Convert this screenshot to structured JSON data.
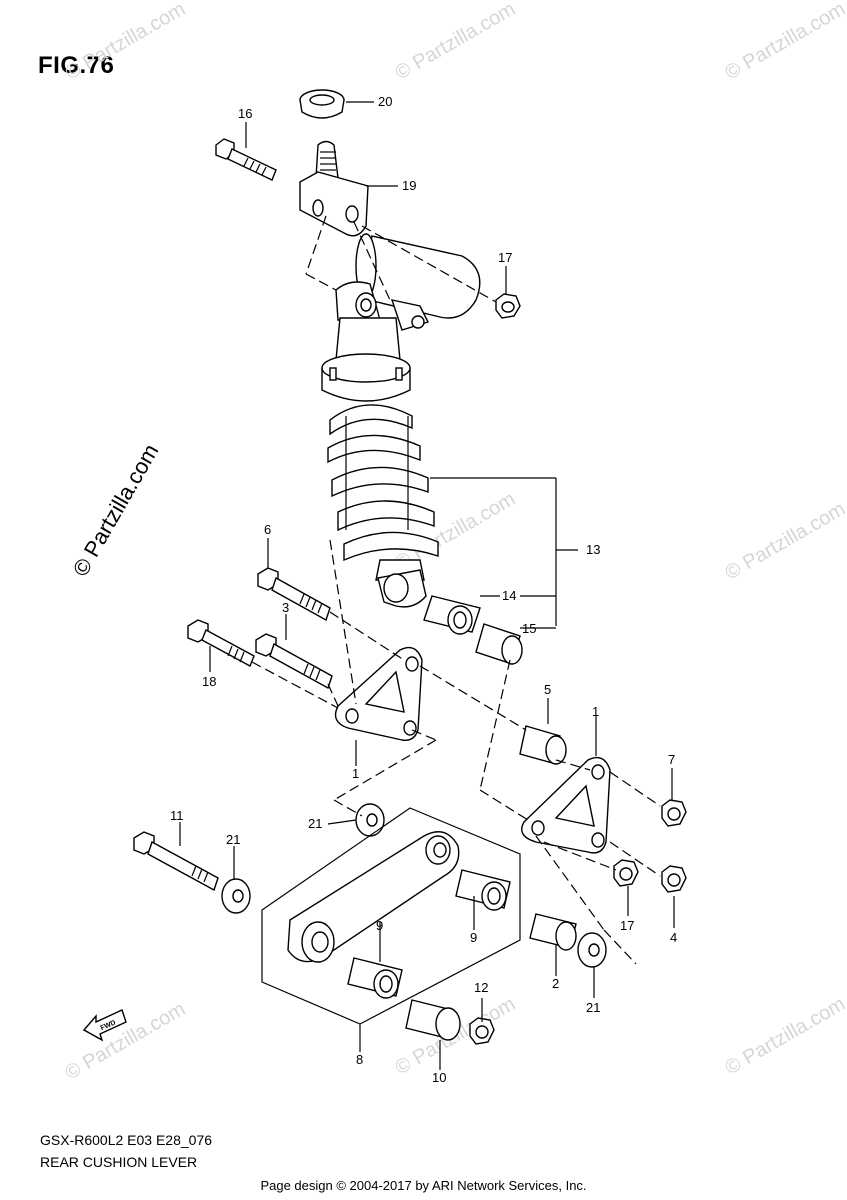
{
  "figure": {
    "title": "FIG.76",
    "model_code": "GSX-R600L2 E03 E28_076",
    "description": "REAR CUSHION LEVER"
  },
  "footer": "Page design © 2004-2017 by ARI Network Services, Inc.",
  "watermark": {
    "text": "© Partzilla.com",
    "side_text": "© Partzilla.com"
  },
  "fwd_label": "FWD",
  "callouts": {
    "c1a": "1",
    "c1b": "1",
    "c2": "2",
    "c3": "3",
    "c4": "4",
    "c5": "5",
    "c6": "6",
    "c7": "7",
    "c8": "8",
    "c9a": "9",
    "c9b": "9",
    "c10": "10",
    "c11": "11",
    "c12": "12",
    "c13": "13",
    "c14": "14",
    "c15": "15",
    "c16": "16",
    "c17a": "17",
    "c17b": "17",
    "c18": "18",
    "c19": "19",
    "c20": "20",
    "c21a": "21",
    "c21b": "21",
    "c21c": "21"
  },
  "colors": {
    "ink": "#000000",
    "watermark": "#d6d6d6",
    "background": "#ffffff"
  }
}
